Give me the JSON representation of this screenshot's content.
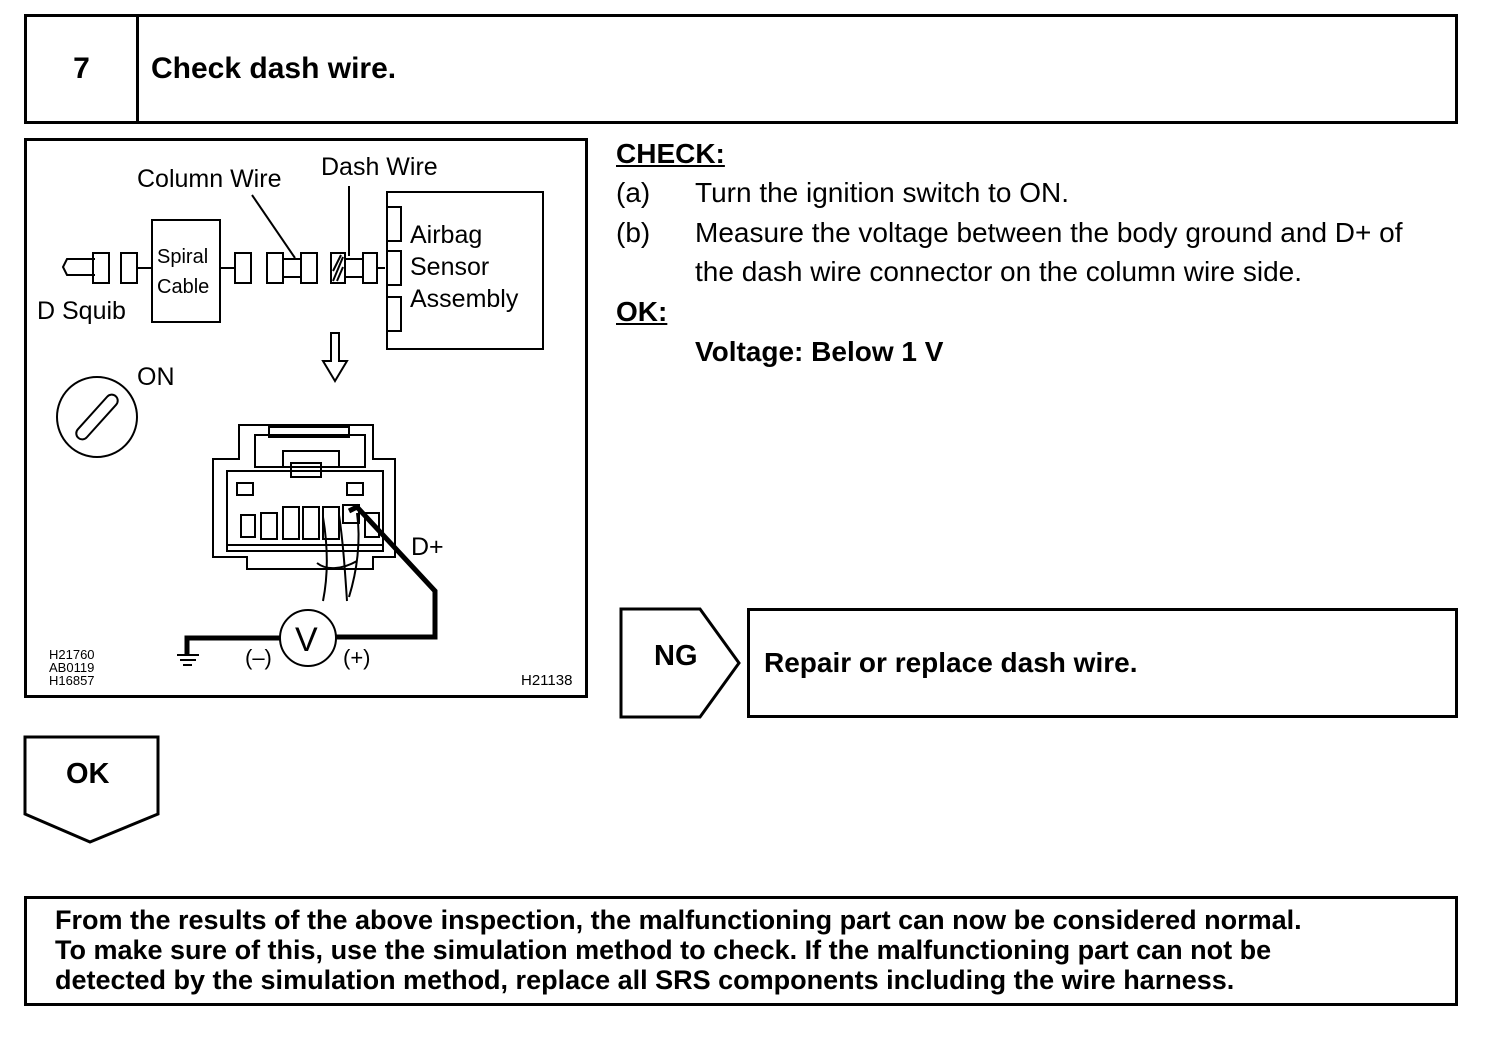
{
  "step": {
    "number": "7",
    "title": "Check dash wire."
  },
  "figure": {
    "labels": {
      "column_wire": "Column Wire",
      "dash_wire": "Dash Wire",
      "spiral_line1": "Spiral",
      "spiral_line2": "Cable",
      "d_squib": "D Squib",
      "airbag_line1": "Airbag",
      "airbag_line2": "Sensor",
      "airbag_line3": "Assembly",
      "on": "ON",
      "d_plus": "D+",
      "minus": "(–)",
      "plus": "(+)",
      "voltmeter": "V",
      "code1": "H21760",
      "code2": "AB0119",
      "code3": "H16857",
      "code_right": "H21138"
    },
    "icons": [
      "arrow-down-icon",
      "ignition-key-icon",
      "voltmeter-icon",
      "ground-icon"
    ]
  },
  "check": {
    "heading": "CHECK:",
    "steps": [
      {
        "marker": "(a)",
        "lines": [
          "Turn the ignition switch to ON."
        ]
      },
      {
        "marker": "(b)",
        "lines": [
          "Measure the voltage between the body ground and D+ of",
          "the dash wire connector on the column wire side."
        ]
      }
    ],
    "ok_heading": "OK:",
    "ok_value": "Voltage: Below 1 V"
  },
  "ng": {
    "label": "NG",
    "action": "Repair or replace dash wire."
  },
  "ok": {
    "label": "OK"
  },
  "footer": {
    "lines": [
      "From the results of the above inspection, the malfunctioning part can now be considered normal.",
      "To make sure of this, use the simulation method to check. If the malfunctioning part can not be",
      "detected by the simulation method, replace all SRS components including the wire harness."
    ]
  }
}
